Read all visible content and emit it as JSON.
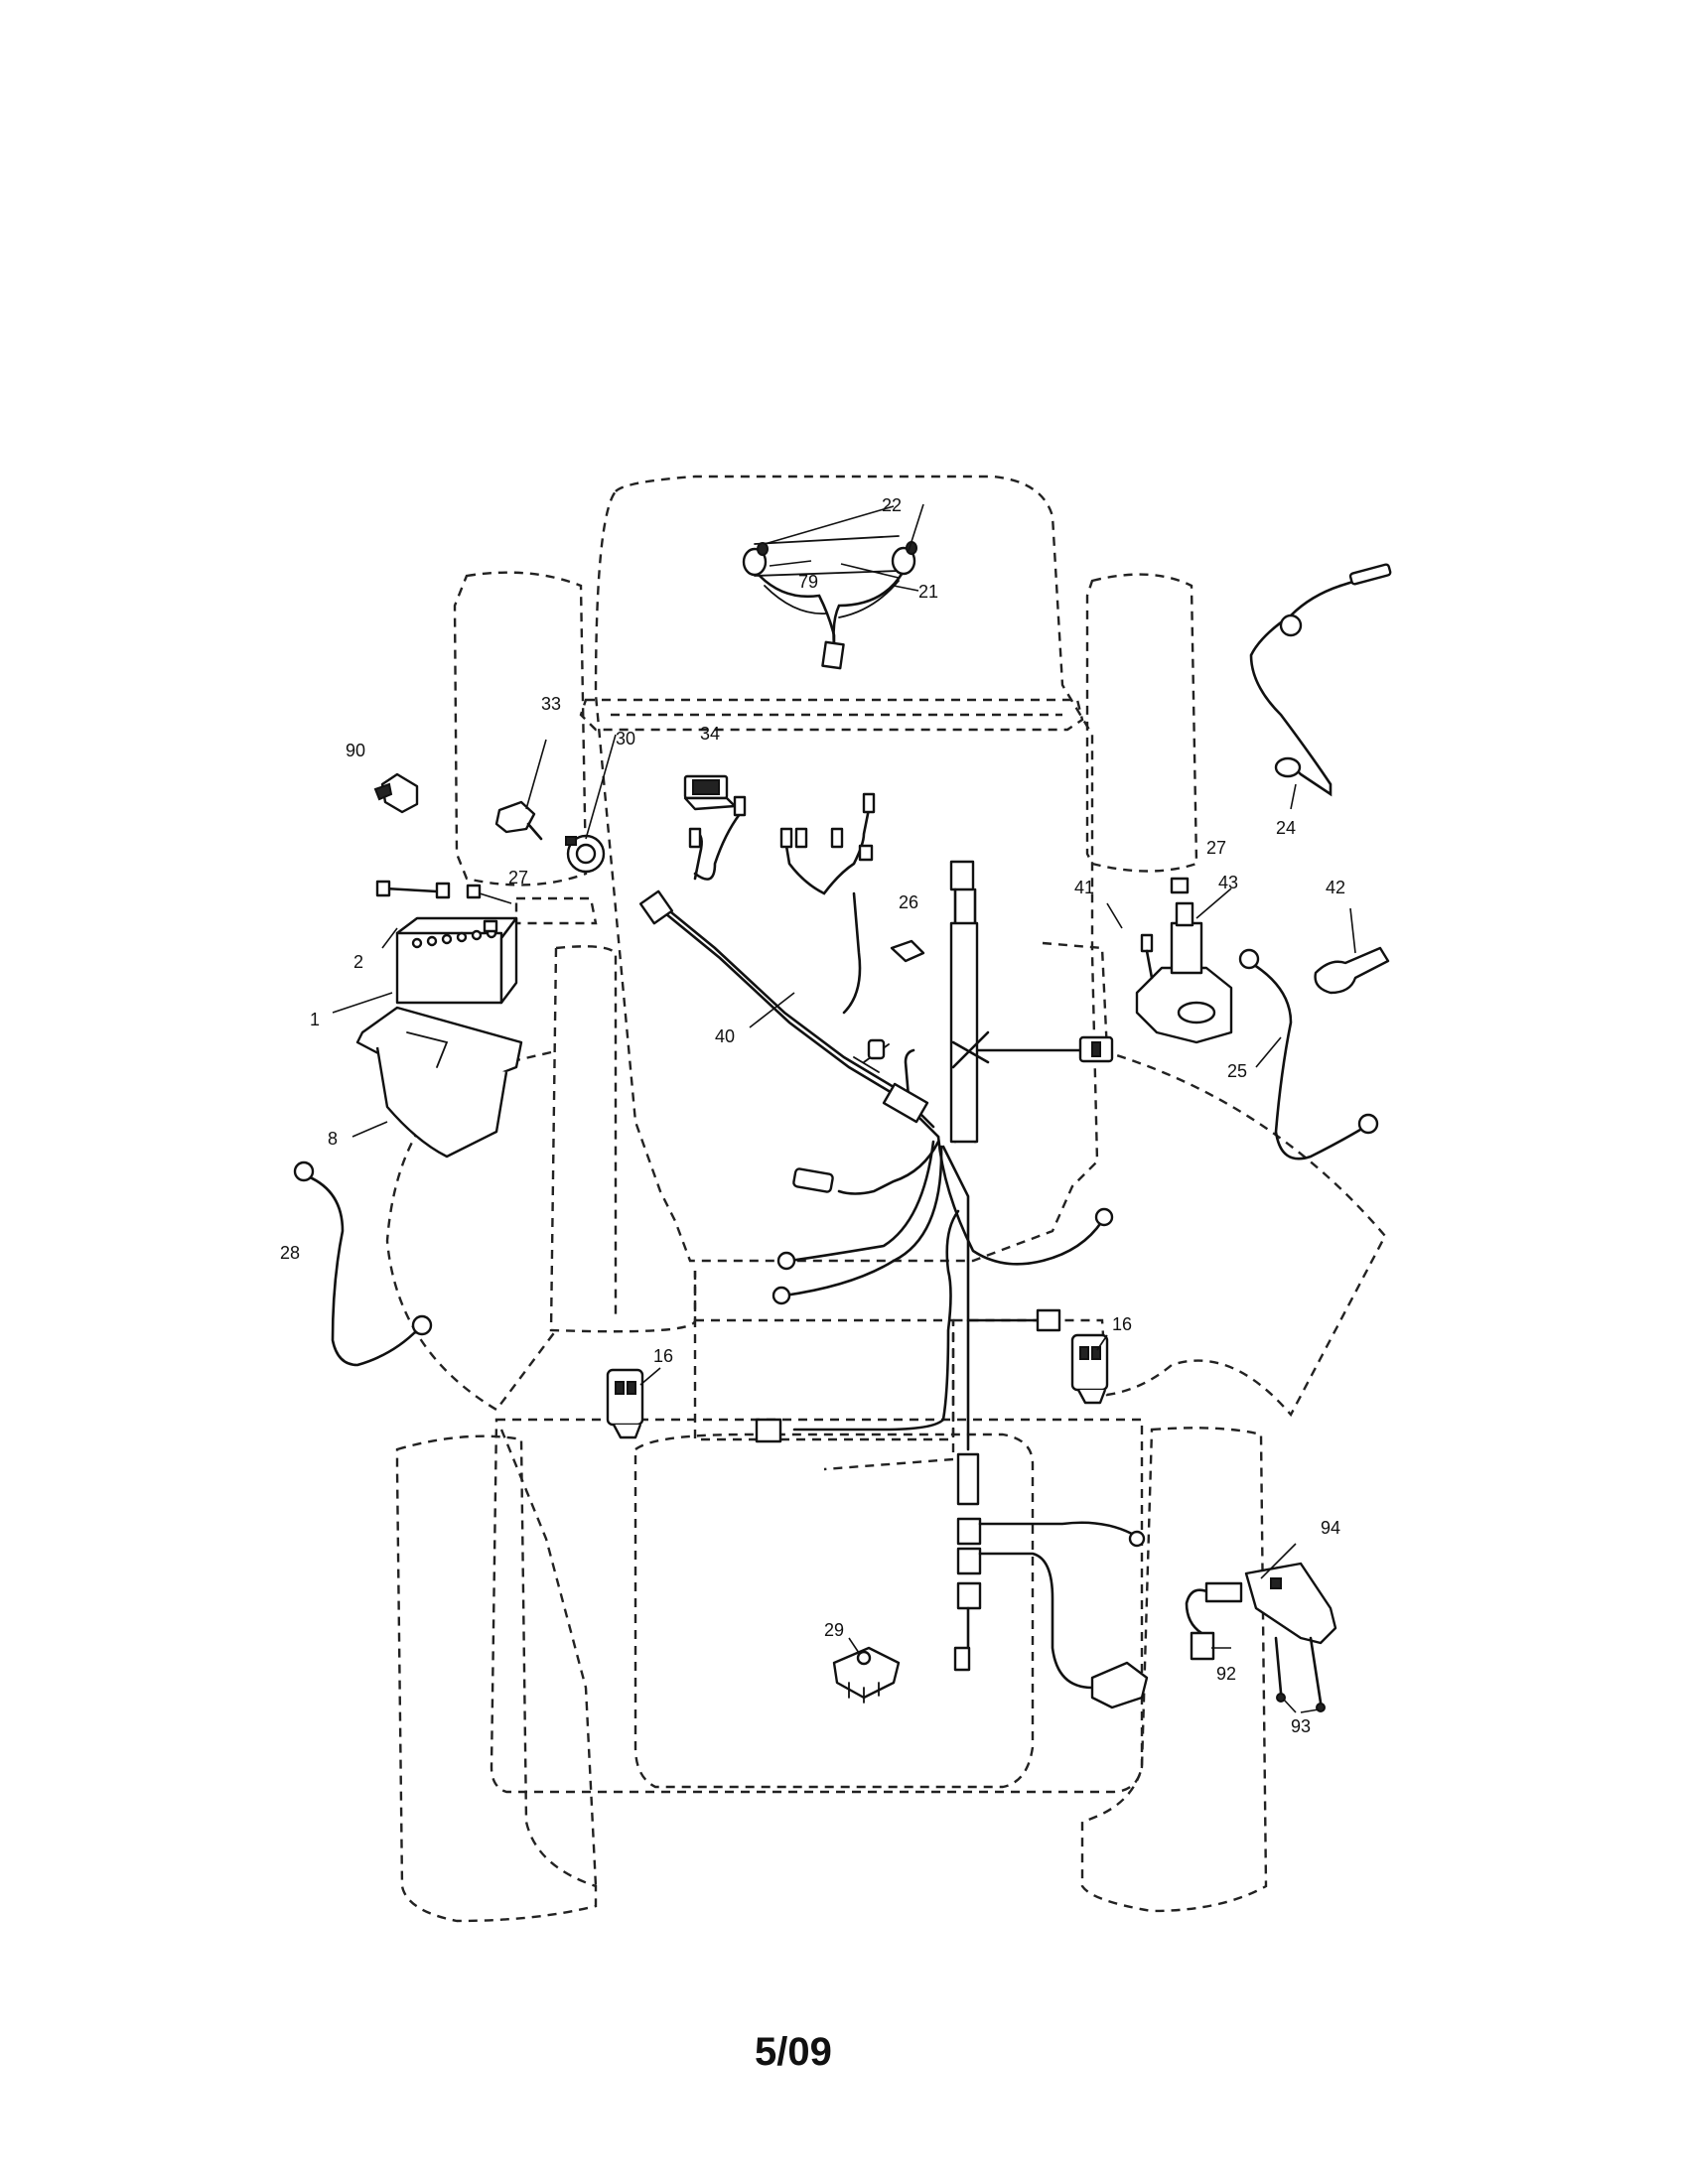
{
  "diagram": {
    "part_numbers": {
      "p1": "1",
      "p2": "2",
      "p8": "8",
      "p16a": "16",
      "p16b": "16",
      "p21": "21",
      "p22": "22",
      "p24": "24",
      "p25": "25",
      "p26": "26",
      "p27a": "27",
      "p27b": "27",
      "p28": "28",
      "p29": "29",
      "p30": "30",
      "p33": "33",
      "p34": "34",
      "p40": "40",
      "p41": "41",
      "p42": "42",
      "p43": "43",
      "p79": "79",
      "p90": "90",
      "p92": "92",
      "p93": "93",
      "p94": "94"
    },
    "footer": "5/09"
  }
}
